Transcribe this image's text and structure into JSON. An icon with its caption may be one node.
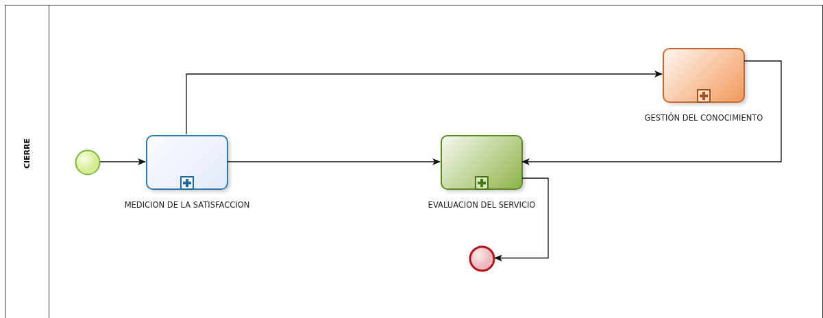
{
  "diagram": {
    "nodes": [
      {
        "text": [
          "CIERRE"
        ]
      },
      {
        "text": [],
        "shape": "circle",
        "in": 0
      },
      {
        "text": [
          "MEDICION DE LA SATISFACCION"
        ],
        "in": 0
      },
      {
        "text": [
          "GESTIÓN DEL CONOCIMIENTO"
        ],
        "in": 0
      },
      {
        "text": [
          "EVALUACION DEL SERVICIO"
        ],
        "in": 0
      },
      {
        "text": [],
        "shape": "circle",
        "in": 0
      }
    ],
    "edges": [
      {
        "from": 1,
        "to": 2,
        "arrow": "to"
      },
      {
        "from": 2,
        "to": 3,
        "arrow": "to"
      },
      {
        "from": 2,
        "to": 4,
        "arrow": "to"
      },
      {
        "from": 3,
        "to": 4,
        "arrow": "to"
      },
      {
        "from": 4,
        "to": 5,
        "arrow": "to"
      }
    ]
  }
}
